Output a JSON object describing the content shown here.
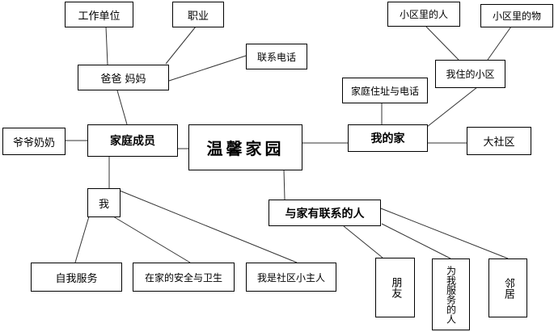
{
  "center": "温馨家园",
  "family": {
    "label": "家庭成员",
    "grandparents": "爷爷奶奶",
    "parents": "爸爸 妈妈",
    "parents_children": [
      "工作单位",
      "职业",
      "联系电话"
    ],
    "me": "我",
    "me_children": [
      "自我服务",
      "在家的安全与卫生",
      "我是社区小主人"
    ]
  },
  "home": {
    "label": "我的家",
    "address": "家庭住址与电话",
    "community": "我住的小区",
    "community_children": [
      "小区里的人",
      "小区里的物"
    ],
    "big_community": "大社区"
  },
  "people": {
    "label": "与家有联系的人",
    "children": [
      "朋友",
      "为我服务的人",
      "邻居"
    ]
  },
  "line_color": "#333333"
}
